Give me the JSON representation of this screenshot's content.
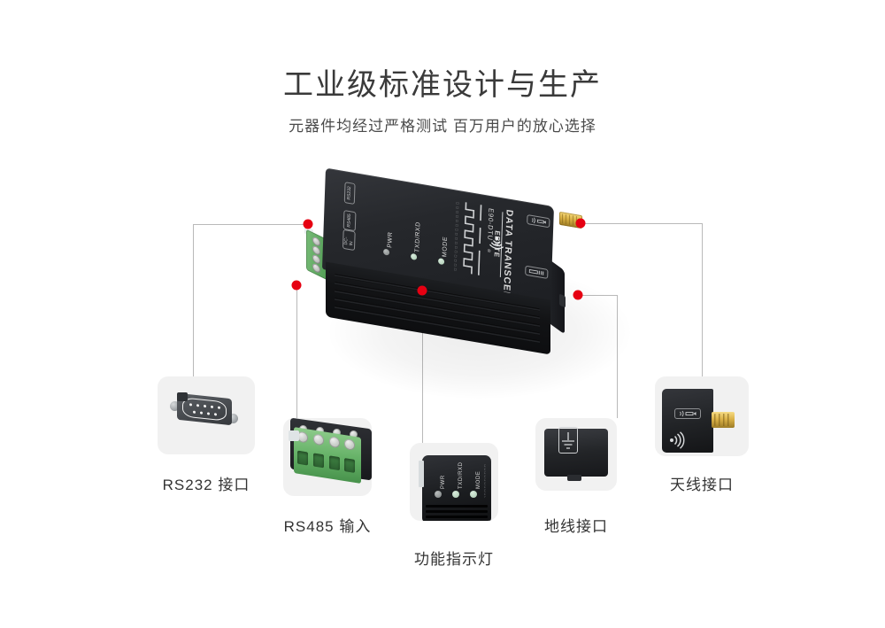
{
  "header": {
    "title": "工业级标准设计与生产",
    "subtitle": "元器件均经过严格测试  百万用户的放心选择"
  },
  "device": {
    "brand": "EBYTE",
    "product_line": "DATA TRANSCEIVER",
    "model": "E90-DTU",
    "registered_mark": "®",
    "leds": [
      {
        "name": "PWR",
        "color": "#7d8282"
      },
      {
        "name": "TXD/RXD",
        "color": "#a9c9b0"
      },
      {
        "name": "MODE",
        "color": "#a9c9b0"
      }
    ],
    "side_badges": [
      "RS232",
      "RS485",
      "DC-IN"
    ],
    "right_badges": [
      "antenna-badge",
      "power-badge"
    ]
  },
  "callouts": [
    {
      "id": "rs232",
      "label": "RS232 接口",
      "icon": "db9-connector-icon"
    },
    {
      "id": "rs485",
      "label": "RS485 输入",
      "icon": "green-terminal-block-icon"
    },
    {
      "id": "leds",
      "label": "功能指示灯",
      "icon": "led-indicator-icon"
    },
    {
      "id": "ground",
      "label": "地线接口",
      "icon": "earth-ground-icon"
    },
    {
      "id": "antenna",
      "label": "天线接口",
      "icon": "sma-antenna-icon"
    }
  ],
  "colors": {
    "background": "#ffffff",
    "marker": "#e60012",
    "leader_line": "#b9b9b9",
    "card_background": "#f1f1f1",
    "title_text": "#3a3a3a",
    "label_text": "#333333",
    "device_body": "#1d1f23",
    "terminal_green": "#4e9a51",
    "sma_gold": "#d8b043"
  }
}
